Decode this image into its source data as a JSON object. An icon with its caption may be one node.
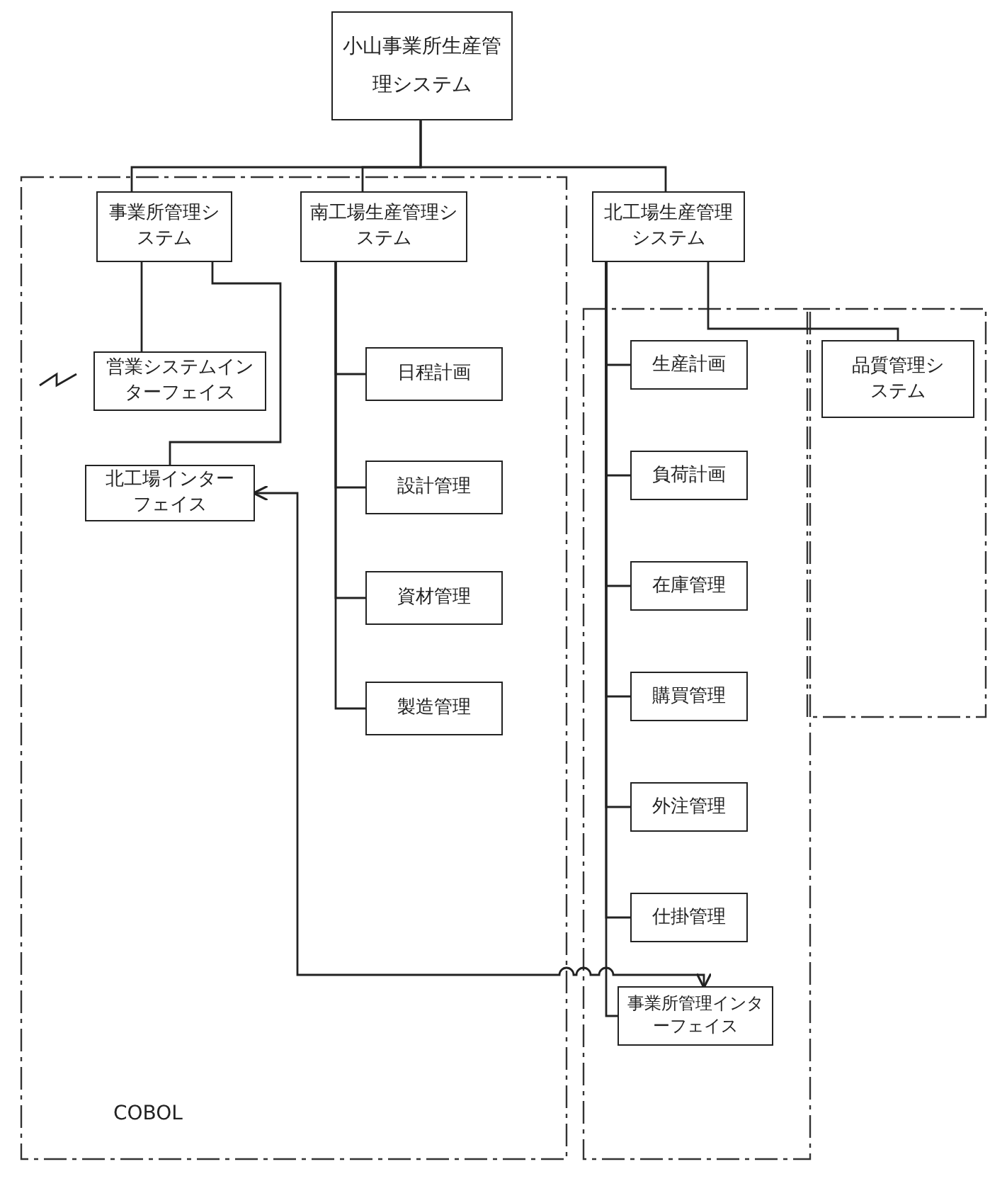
{
  "diagram": {
    "nodes": [
      {
        "text": [
          "小山事業所生産管理システム"
        ]
      },
      {
        "text": [
          "事業所管理システム"
        ]
      },
      {
        "text": [
          "南工場生産管理システム"
        ]
      },
      {
        "text": [
          "北工場生産管理システム"
        ]
      },
      {
        "text": [
          "営業システムインターフェイス"
        ]
      },
      {
        "text": [
          "北工場インターフェイス"
        ]
      },
      {
        "text": [
          "日程計画"
        ]
      },
      {
        "text": [
          "設計管理"
        ]
      },
      {
        "text": [
          "資材管理"
        ]
      },
      {
        "text": [
          "製造管理"
        ]
      },
      {
        "text": [
          "生産計画"
        ]
      },
      {
        "text": [
          "負荷計画"
        ]
      },
      {
        "text": [
          "在庫管理"
        ]
      },
      {
        "text": [
          "購買管理"
        ]
      },
      {
        "text": [
          "外注管理"
        ]
      },
      {
        "text": [
          "仕掛管理"
        ]
      },
      {
        "text": [
          "事業所管理インターフェイス"
        ]
      },
      {
        "text": [
          "品質管理システム"
        ]
      }
    ],
    "edges": [
      {
        "from": 0,
        "to": 1,
        "arrow": "none"
      },
      {
        "from": 0,
        "to": 2,
        "arrow": "none"
      },
      {
        "from": 0,
        "to": 3,
        "arrow": "none"
      },
      {
        "from": 1,
        "to": 4,
        "arrow": "none"
      },
      {
        "from": 1,
        "to": 5,
        "arrow": "none"
      },
      {
        "from": 2,
        "to": 6,
        "arrow": "none"
      },
      {
        "from": 2,
        "to": 7,
        "arrow": "none"
      },
      {
        "from": 2,
        "to": 8,
        "arrow": "none"
      },
      {
        "from": 2,
        "to": 9,
        "arrow": "none"
      },
      {
        "from": 3,
        "to": 10,
        "arrow": "none"
      },
      {
        "from": 3,
        "to": 11,
        "arrow": "none"
      },
      {
        "from": 3,
        "to": 12,
        "arrow": "none"
      },
      {
        "from": 3,
        "to": 13,
        "arrow": "none"
      },
      {
        "from": 3,
        "to": 14,
        "arrow": "none"
      },
      {
        "from": 3,
        "to": 15,
        "arrow": "none"
      },
      {
        "from": 3,
        "to": 16,
        "arrow": "none"
      },
      {
        "from": 3,
        "to": 17,
        "arrow": "none"
      },
      {
        "from": 16,
        "to": 5,
        "arrow": "both"
      }
    ],
    "labels": [
      "COBOL"
    ]
  }
}
